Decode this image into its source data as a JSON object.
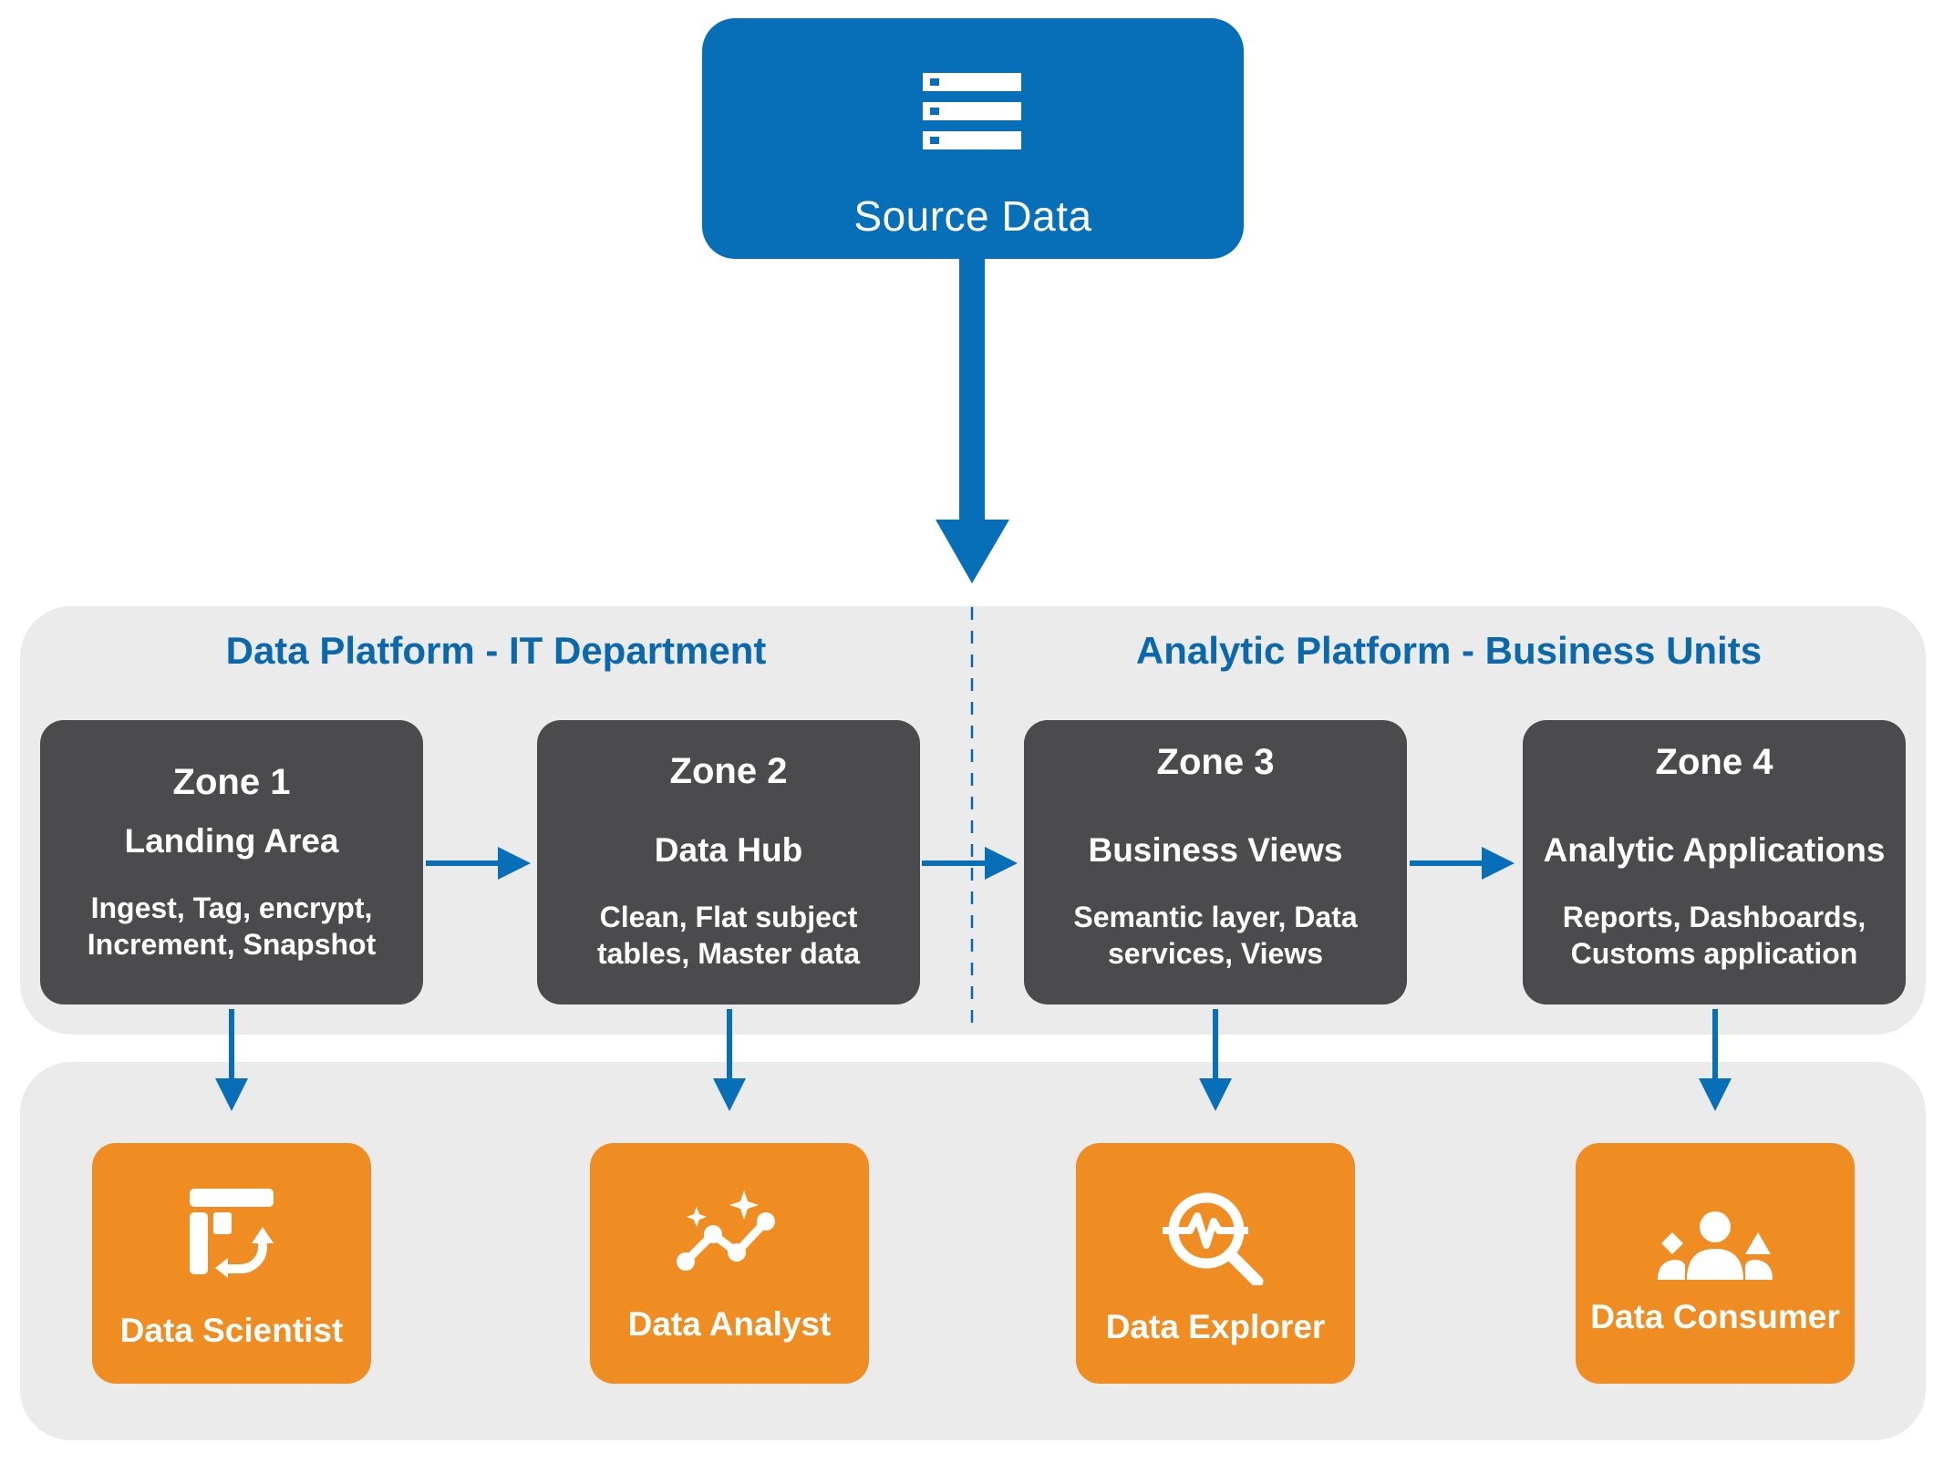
{
  "source": {
    "label": "Source Data",
    "icon": "server-stack-icon"
  },
  "platforms": [
    {
      "title": "Data Platform - IT Department"
    },
    {
      "title": "Analytic Platform - Business Units"
    }
  ],
  "zones": [
    {
      "name": "Zone 1",
      "title": "Landing Area",
      "desc": "Ingest, Tag, encrypt,\nIncrement, Snapshot"
    },
    {
      "name": "Zone 2",
      "title": "Data Hub",
      "desc": "Clean, Flat subject\ntables, Master data"
    },
    {
      "name": "Zone 3",
      "title": "Business Views",
      "desc": "Semantic layer, Data\nservices, Views"
    },
    {
      "name": "Zone 4",
      "title": "Analytic Applications",
      "desc": "Reports, Dashboards,\nCustoms application"
    }
  ],
  "users": [
    {
      "label": "Data Scientist",
      "icon": "table-refresh-icon"
    },
    {
      "label": "Data Analyst",
      "icon": "sparkle-trend-icon"
    },
    {
      "label": "Data Explorer",
      "icon": "search-pulse-icon"
    },
    {
      "label": "Data Consumer",
      "icon": "user-group-icon"
    }
  ],
  "colors": {
    "blue": "#076eb8",
    "title_blue": "#0a68ad",
    "zone_gray": "#4b4b4d",
    "panel_gray": "#ebebeb",
    "orange": "#ef8d22"
  }
}
